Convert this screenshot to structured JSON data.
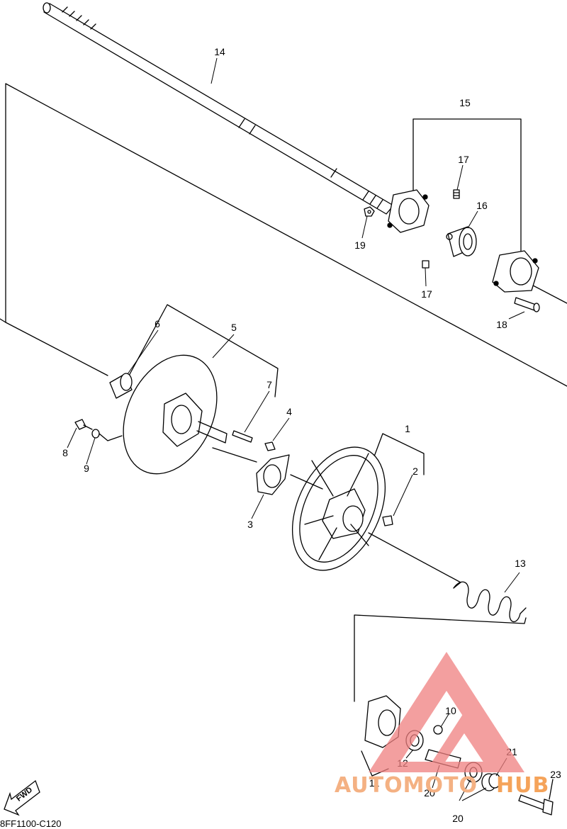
{
  "diagram": {
    "drawing_code": "8FF1100-C120",
    "fwd_label": "FWD",
    "callouts": [
      "1",
      "2",
      "3",
      "4",
      "5",
      "6",
      "7",
      "8",
      "9",
      "10",
      "11",
      "12",
      "13",
      "14",
      "15",
      "16",
      "17",
      "17",
      "18",
      "19",
      "20",
      "21",
      "22",
      "23"
    ]
  },
  "watermark": {
    "text_left": "AUTOMOTO",
    "text_right": "HUB",
    "color_text": "#f4b183",
    "color_hub": "#f5a35a",
    "color_logo": "#f08080"
  }
}
